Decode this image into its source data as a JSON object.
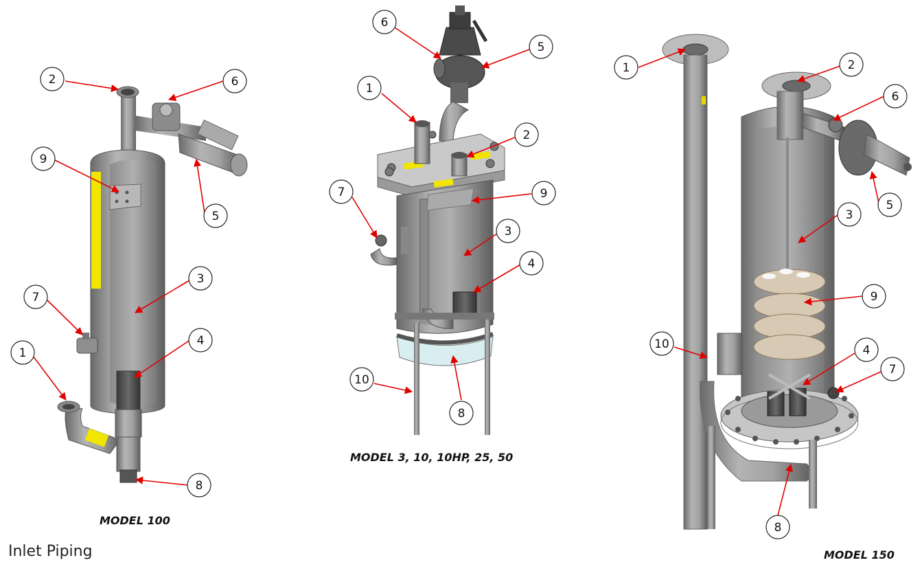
{
  "captions": {
    "model_100": "MODEL 100",
    "model_3_50": "MODEL 3, 10, 10HP, 25, 50",
    "model_150": "MODEL 150"
  },
  "section_heading": "Inlet Piping",
  "callouts": {
    "model_100": [
      "2",
      "6",
      "9",
      "5",
      "7",
      "3",
      "1",
      "4",
      "8"
    ],
    "model_3_50": [
      "6",
      "5",
      "1",
      "2",
      "7",
      "9",
      "3",
      "4",
      "10",
      "8"
    ],
    "model_150": [
      "1",
      "2",
      "6",
      "5",
      "3",
      "9",
      "10",
      "4",
      "7",
      "8"
    ]
  },
  "colors": {
    "arrow": "#e00000",
    "steel": "#9a9a9a",
    "steel_dark": "#6e6e6e",
    "label_yellow": "#f2e600",
    "plate": "#c9c9c9",
    "filter_disc": "#d8c9b4"
  }
}
